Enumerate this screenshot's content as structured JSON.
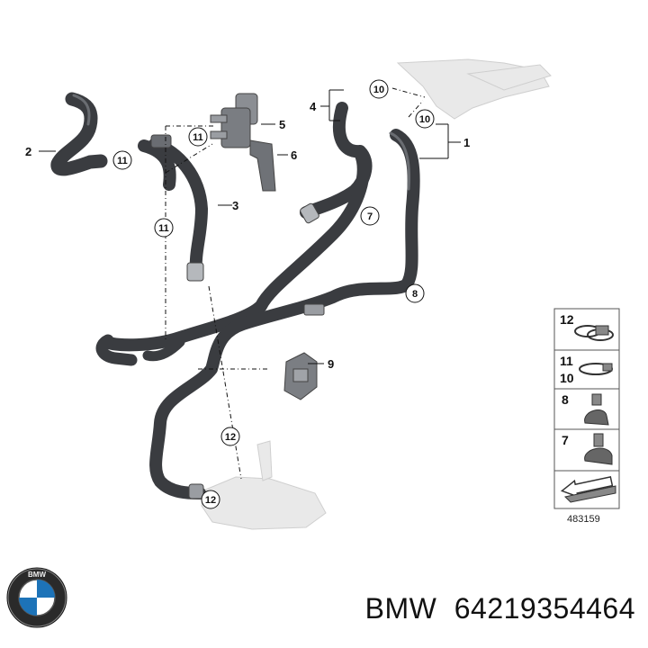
{
  "callouts": {
    "c1": "1",
    "c2": "2",
    "c3": "3",
    "c4": "4",
    "c5": "5",
    "c6": "6",
    "c7": "7",
    "c8": "8",
    "c9": "9",
    "c10a": "10",
    "c10b": "10",
    "c11a": "11",
    "c11b": "11",
    "c11c": "11",
    "c12a": "12",
    "c12b": "12"
  },
  "legend": {
    "row1": [
      "12"
    ],
    "row2": [
      "11",
      "10"
    ],
    "row3": [
      "8"
    ],
    "row4": [
      "7"
    ]
  },
  "diagram_id": "483159",
  "logo": {
    "text": "BMW"
  },
  "caption": {
    "brand": "BMW",
    "part_number": "64219354464"
  },
  "colors": {
    "hose": "#3a3c40",
    "lines": "#111111",
    "ghost": "#e9e9e9"
  }
}
